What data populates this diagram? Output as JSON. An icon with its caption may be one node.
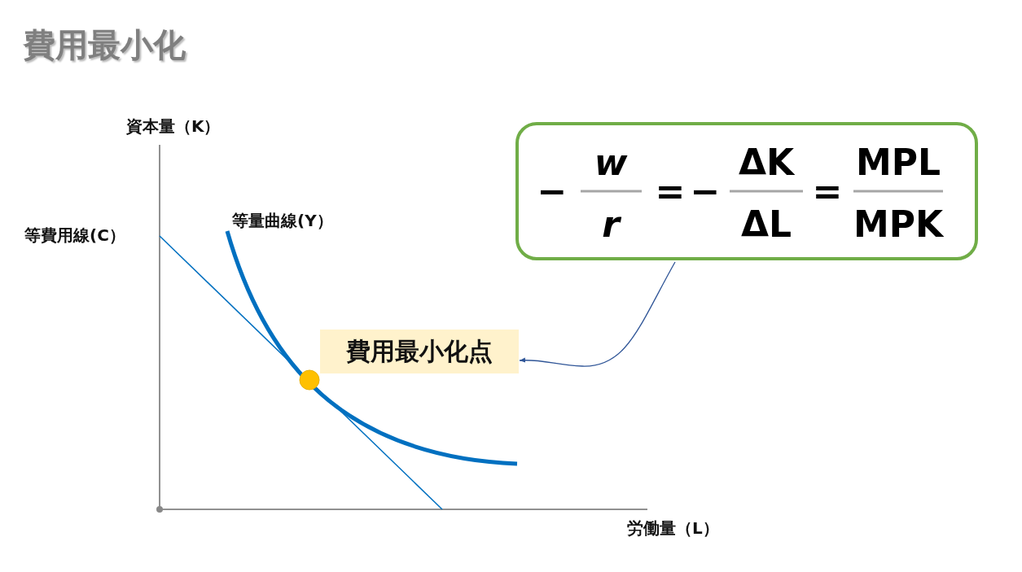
{
  "diagram": {
    "title": "費用最小化",
    "nodes": [
      {
        "text": [
          "−",
          "w",
          "r",
          "=",
          "−",
          "ΔK",
          "ΔL",
          "=",
          "MPL",
          "MPK"
        ]
      },
      {
        "text": [
          "費用最小化点"
        ]
      }
    ],
    "edges": [
      {
        "from": 0,
        "to": 1,
        "arrow": "to"
      }
    ],
    "labels": [
      "資本量（K）",
      "等費用線(C）",
      "等量曲線(Y）",
      "労働量（L）"
    ]
  }
}
